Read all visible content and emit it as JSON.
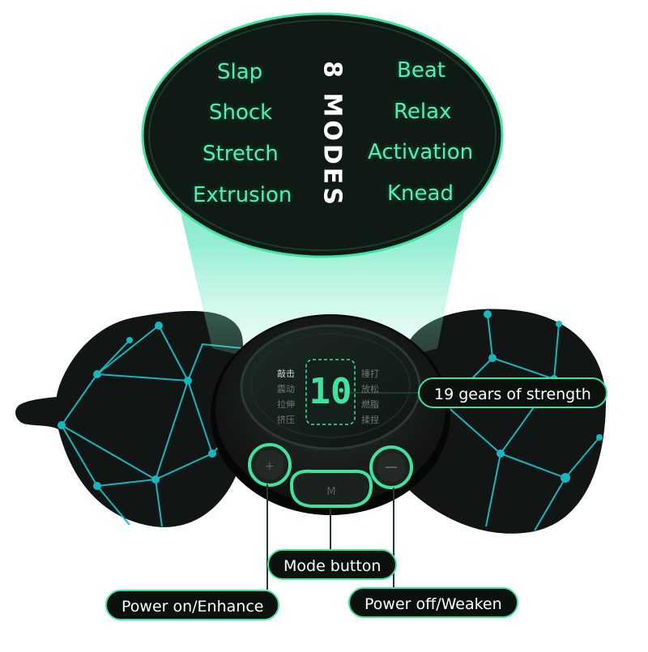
{
  "modes": {
    "title": "8 MODES",
    "left": [
      "Slap",
      "Shock",
      "Stretch",
      "Extrusion"
    ],
    "right": [
      "Beat",
      "Relax",
      "Activation",
      "Knead"
    ]
  },
  "display": {
    "reading": "10",
    "left_labels": [
      "敲击",
      "震动",
      "拉伸",
      "挤压"
    ],
    "right_labels": [
      "捶打",
      "放松",
      "燃脂",
      "揉捏"
    ]
  },
  "callouts": {
    "strength": "19 gears of strength",
    "mode_button": "Mode button",
    "power_on": "Power on/Enhance",
    "power_off": "Power off/Weaken"
  },
  "colors": {
    "accent": "#3fe3a0",
    "pad": "#111513",
    "pad_lines": "#16b7bf",
    "bubble": "#0f1a15"
  }
}
